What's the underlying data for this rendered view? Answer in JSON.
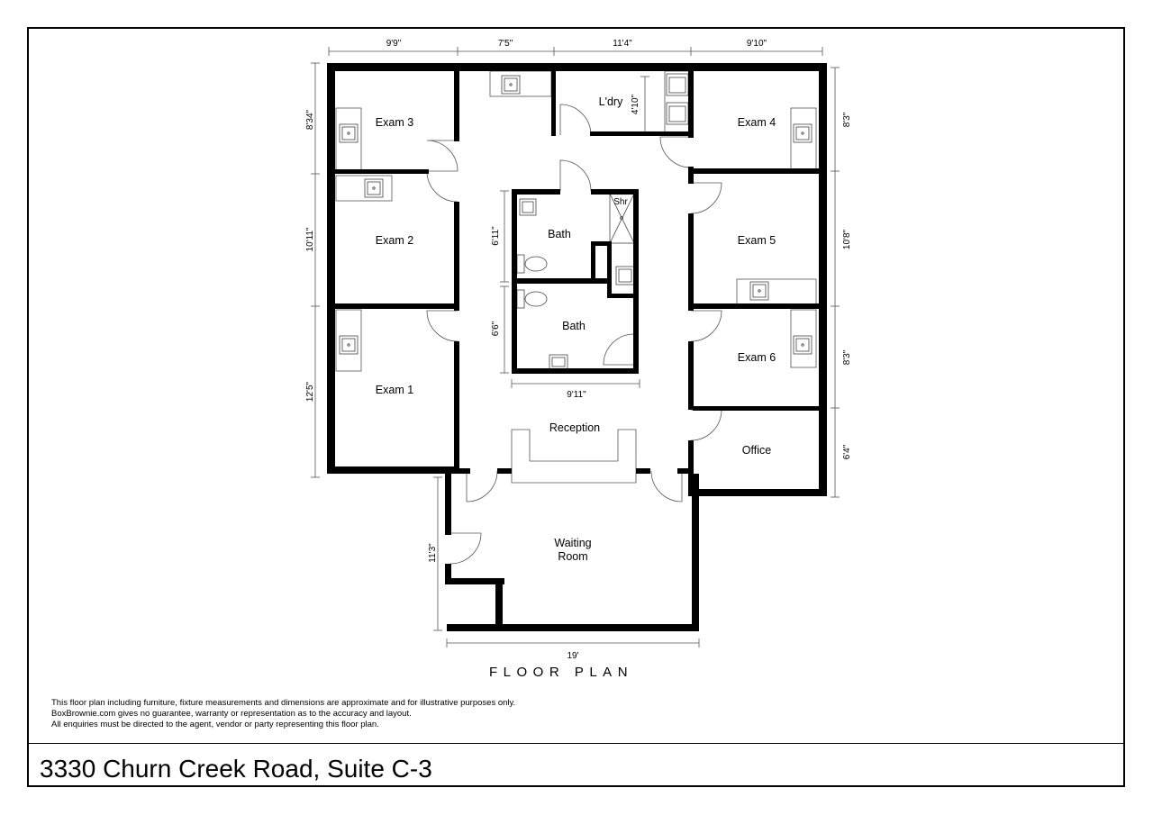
{
  "rooms": {
    "exam3": "Exam 3",
    "exam2": "Exam 2",
    "exam1": "Exam 1",
    "laundry": "L'dry",
    "exam4": "Exam 4",
    "exam5": "Exam 5",
    "exam6": "Exam 6",
    "office": "Office",
    "bath_upper": "Bath",
    "bath_lower": "Bath",
    "shower": "Shr",
    "reception": "Reception",
    "waiting_line1": "Waiting",
    "waiting_line2": "Room"
  },
  "dimensions": {
    "top_1": "9'9\"",
    "top_2": "7'5\"",
    "top_3": "11'4\"",
    "top_4": "9'10\"",
    "left_1": "8'34\"",
    "left_2": "10'11\"",
    "left_3": "12'5\"",
    "right_1": "8'3\"",
    "right_2": "10'8\"",
    "right_3": "8'3\"",
    "right_4": "6'4\"",
    "laundry_height": "4'10\"",
    "bath_upper_height": "6'11\"",
    "bath_lower_height": "6'6\"",
    "bath_width": "9'11\"",
    "waiting_height": "11'3\"",
    "waiting_width": "19'"
  },
  "plan_title": "FLOOR PLAN",
  "disclaimer": {
    "line1": "This floor plan including furniture, fixture measurements and dimensions are approximate and for illustrative purposes only.",
    "line2": "BoxBrownie.com gives no guarantee, warranty or representation as to the accuracy and layout.",
    "line3": "All enquiries must be directed to the agent, vendor or party representing this floor plan."
  },
  "address": "3330 Churn Creek Road, Suite C-3"
}
